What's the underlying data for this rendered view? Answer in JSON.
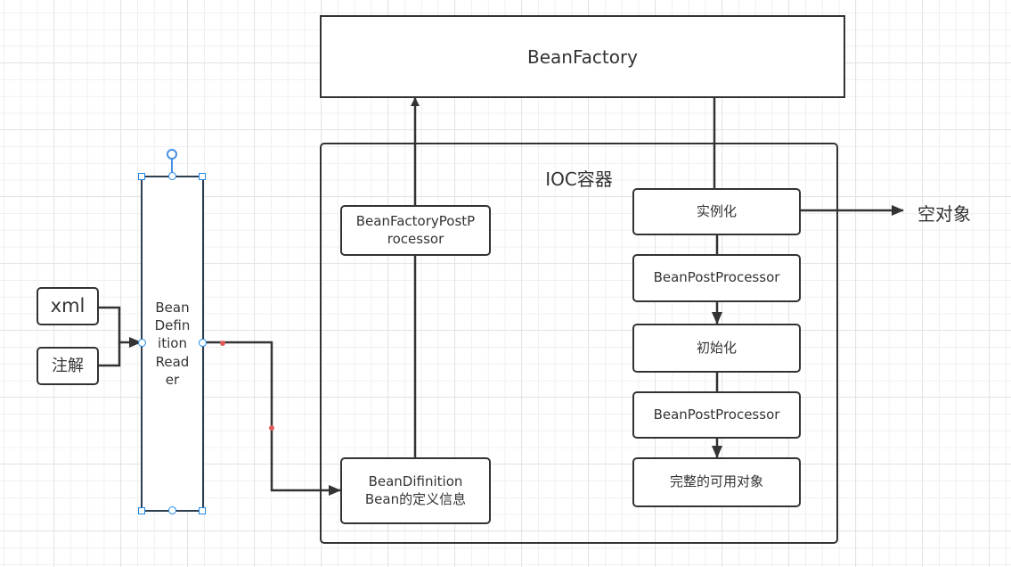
{
  "diagram": {
    "bean_factory": {
      "label": "BeanFactory"
    },
    "ioc_container": {
      "label": "IOC容器"
    },
    "sources": [
      {
        "label": "xml"
      },
      {
        "label": "注解"
      }
    ],
    "reader": {
      "lines": [
        "Bean",
        "Defin",
        "ition",
        "Read",
        "er"
      ]
    },
    "bean_factory_post_processor": {
      "lines": [
        "BeanFactoryPostP",
        "rocessor"
      ]
    },
    "bean_definition": {
      "lines": [
        "BeanDifinition",
        "Bean的定义信息"
      ]
    },
    "lifecycle": [
      {
        "label": "实例化"
      },
      {
        "label": "BeanPostProcessor"
      },
      {
        "label": "初始化"
      },
      {
        "label": "BeanPostProcessor"
      },
      {
        "label": "完整的可用对象"
      }
    ],
    "empty_object": {
      "label": "空对象"
    }
  },
  "colors": {
    "stroke": "#333333",
    "selection": "#1e88e5",
    "waypoint": "#e05a5a",
    "reader_border": "#2c3e50"
  }
}
